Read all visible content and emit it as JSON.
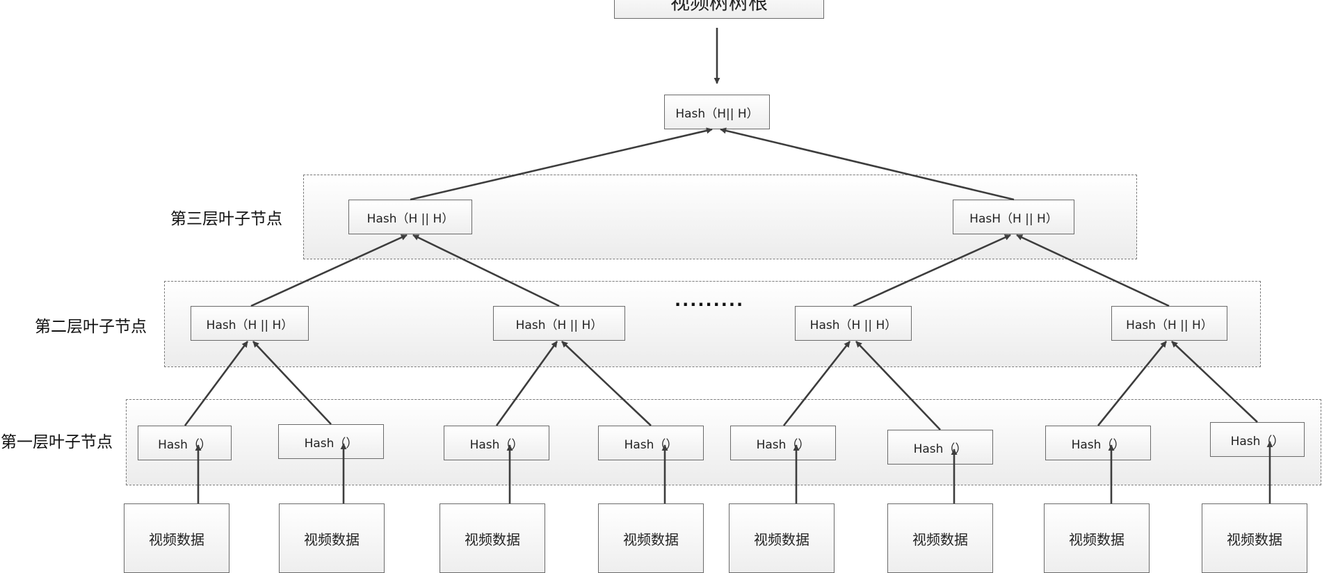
{
  "root": {
    "label": "视频树树根"
  },
  "top_node": {
    "label": "Hash（H|| H）"
  },
  "layers": {
    "third": {
      "label": "第三层叶子节点"
    },
    "second": {
      "label": "第二层叶子节点"
    },
    "first": {
      "label": "第一层叶子节点"
    }
  },
  "third_nodes": [
    "Hash（H || H）",
    "HasH（H || H）"
  ],
  "second_nodes": [
    "Hash（H || H）",
    "Hash（H || H）",
    "Hash（H || H）",
    "Hash（H || H）"
  ],
  "ellipsis": ".........",
  "first_nodes": [
    "Hash（）",
    "Hash（）",
    "Hash（）",
    "Hash（）",
    "Hash（）",
    "Hash（）",
    "Hash（）",
    "Hash（）"
  ],
  "data_nodes": [
    "视频数据",
    "视频数据",
    "视频数据",
    "视频数据",
    "视频数据",
    "视频数据",
    "视频数据",
    "视频数据"
  ],
  "colors": {
    "line": "#3d3d3d",
    "border": "#6a6a6a",
    "band_border": "#7a7a7a"
  }
}
